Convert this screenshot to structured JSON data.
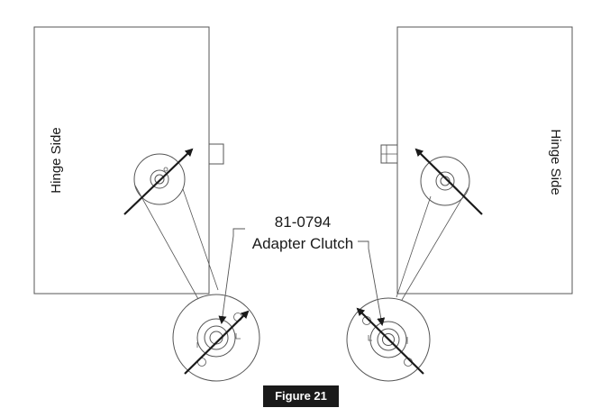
{
  "labels": {
    "hinge_left": "Hinge Side",
    "hinge_right": "Hinge Side",
    "part_number": "81-0794",
    "part_name": "Adapter Clutch",
    "figure": "Figure 21"
  },
  "colors": {
    "line": "#555555",
    "arrow": "#1a1a1a",
    "text": "#1a1a1a",
    "figure_bg": "#1a1a1a",
    "figure_text": "#ffffff"
  }
}
